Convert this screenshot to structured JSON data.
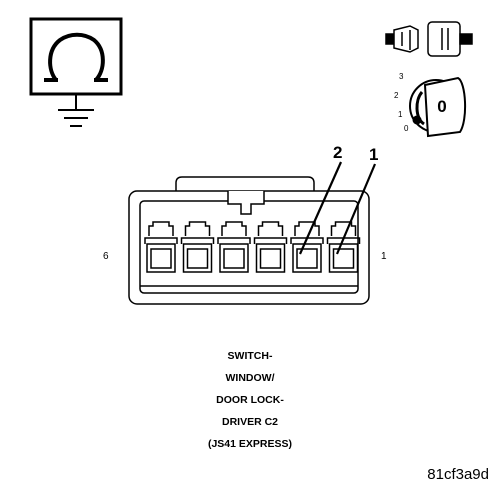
{
  "connector": {
    "pin_left": "6",
    "pin_right": "1",
    "callouts": [
      "2",
      "1"
    ],
    "cavity_count": 6
  },
  "caption": {
    "lines": [
      "SWITCH-",
      "WINDOW/",
      "DOOR LOCK-",
      "DRIVER C2",
      "(JS41 EXPRESS)"
    ]
  },
  "ignition": {
    "positions": [
      "3",
      "2",
      "1",
      "0"
    ],
    "key_label": "0"
  },
  "image_id": "81cf3a9d",
  "icons": [
    "ground-icon",
    "connector-plug-icon",
    "ignition-key-icon"
  ]
}
